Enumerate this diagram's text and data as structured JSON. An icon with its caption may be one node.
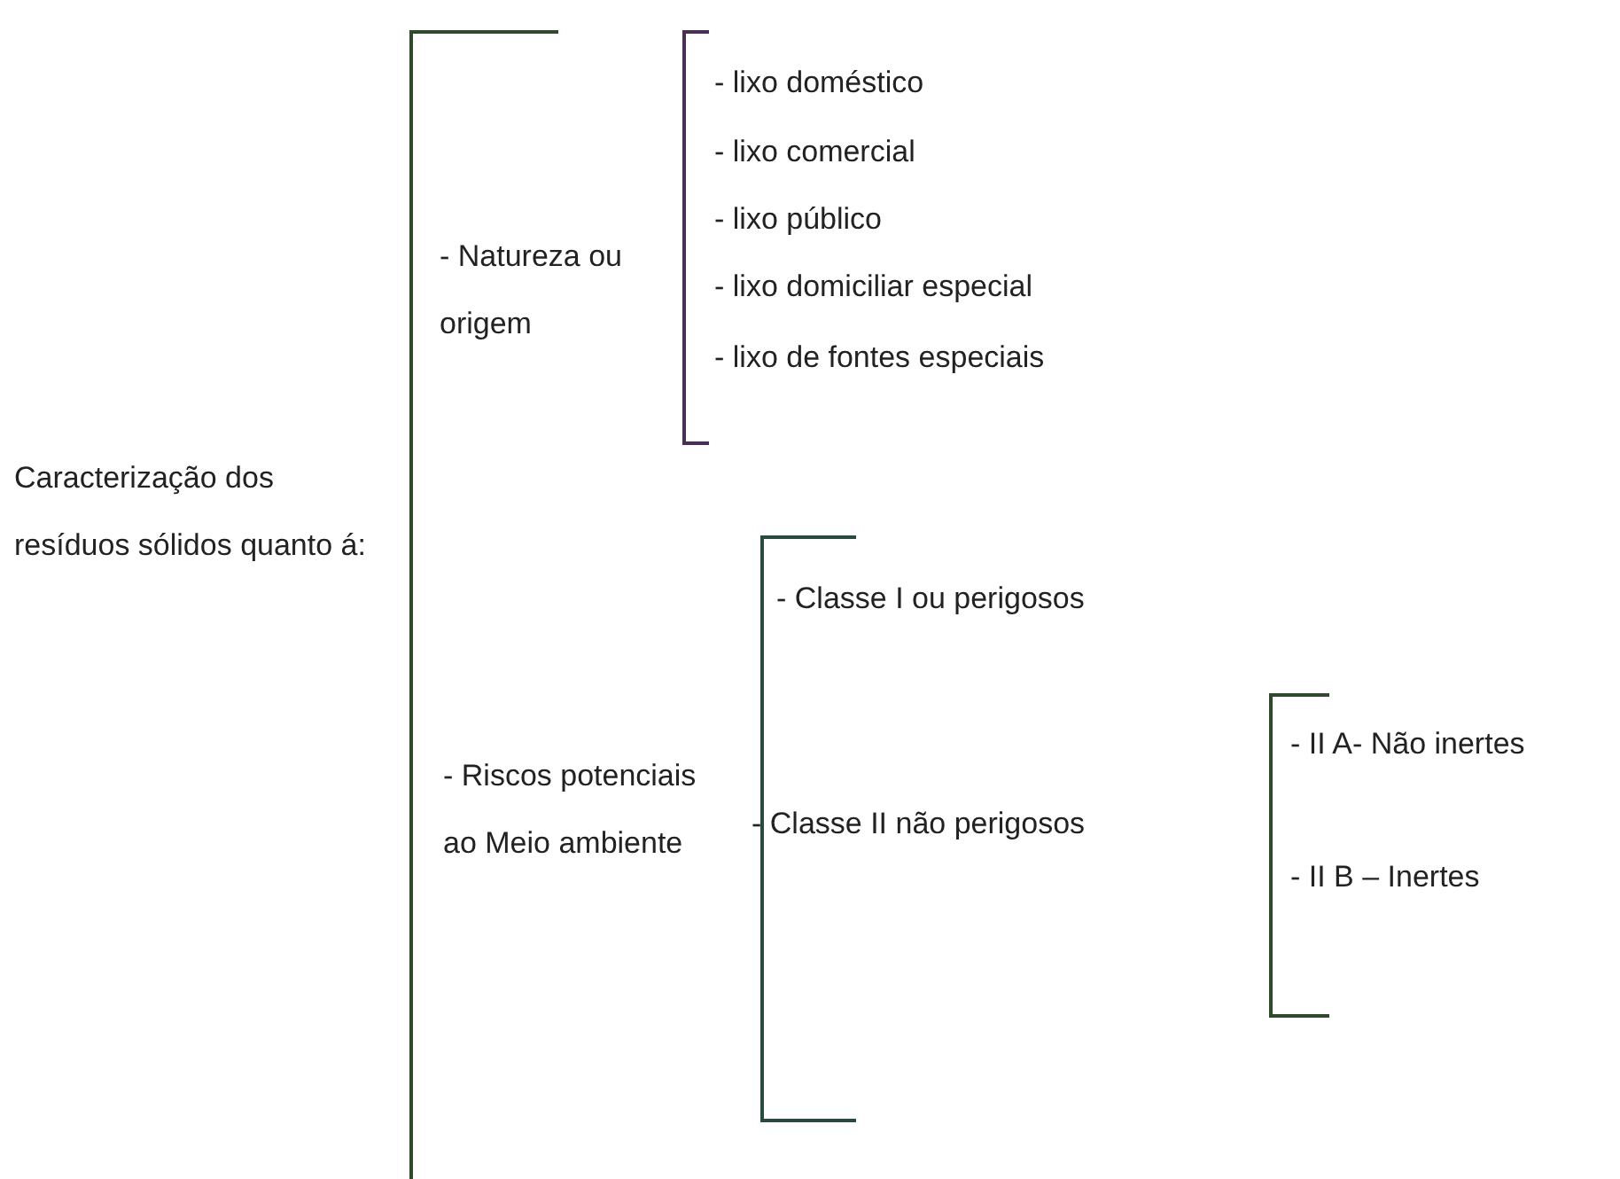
{
  "diagram": {
    "labels": [
      "Caracterização dos resíduos sólidos quanto á:",
      "- Natureza ou origem",
      "- lixo doméstico",
      "- lixo comercial",
      "- lixo público",
      "- lixo domiciliar especial",
      "- lixo de fontes especiais",
      "- Riscos potenciais ao Meio ambiente",
      "- Classe I ou perigosos",
      "- Classe II não perigosos",
      "- II A- Não inertes",
      "- II B – Inertes"
    ]
  }
}
